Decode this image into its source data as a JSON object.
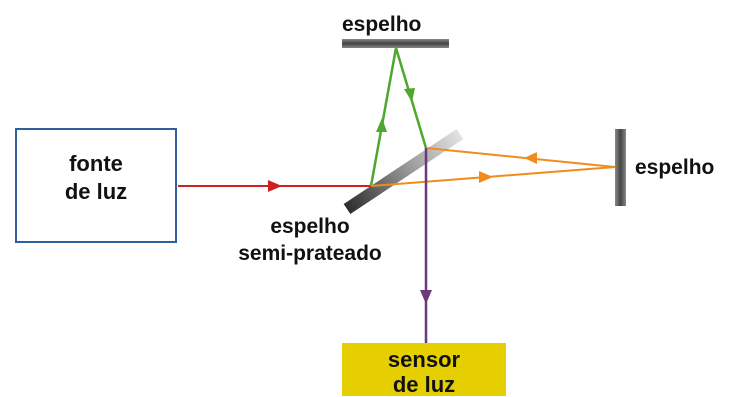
{
  "labels": {
    "mirror_top": "espelho",
    "mirror_right": "espelho",
    "splitter_line1": "espelho",
    "splitter_line2": "semi-prateado",
    "source_line1": "fonte",
    "source_line2": "de luz",
    "sensor_line1": "sensor",
    "sensor_line2": "de luz"
  },
  "colors": {
    "source_beam": "#d11f1f",
    "arm_top": "#4ea72e",
    "arm_right": "#f08c1e",
    "output_beam": "#6b3a7a",
    "source_border": "#2f5f9e",
    "sensor_fill": "#e6cf00",
    "mirror": "#555555"
  }
}
